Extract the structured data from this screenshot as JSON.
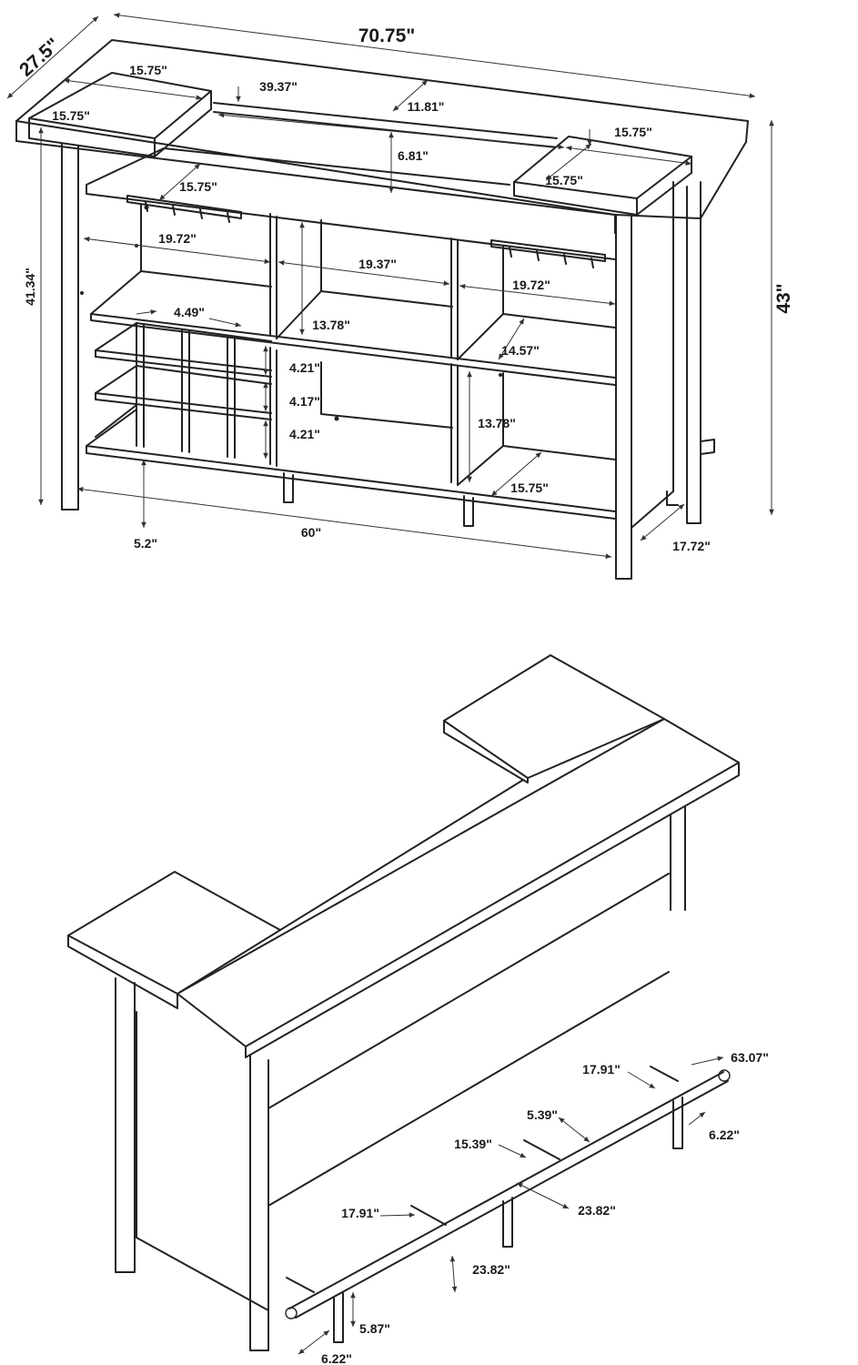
{
  "front_view": {
    "overall_width": "70.75\"",
    "overall_depth": "27.5\"",
    "overall_height": "43\"",
    "leg_height": "41.34\"",
    "left_wing_length": "15.75\"",
    "left_wing_depth": "15.75\"",
    "center_span": "39.37\"",
    "top_depth": "11.81\"",
    "right_wing_length": "15.75\"",
    "right_wing_depth": "15.75\"",
    "top_gap": "6.81\"",
    "upper_shelf_depth": "15.75\"",
    "left_compartment_width": "19.72\"",
    "middle_compartment_width": "19.37\"",
    "right_compartment_width": "19.72\"",
    "upper_compartment_height": "13.78\"",
    "right_shelf_depth": "14.57\"",
    "bottle_cell_width": "4.49\"",
    "bottle_row_1": "4.21\"",
    "bottle_row_2": "4.17\"",
    "bottle_row_3": "4.21\"",
    "lower_compartment_height": "13.78\"",
    "bottom_shelf_depth": "15.75\"",
    "base_clearance": "5.2\"",
    "base_width": "60\"",
    "side_depth": "17.72\""
  },
  "rear_view": {
    "footrest_length": "63.07\"",
    "bracket_spacing_top": "17.91\"",
    "bracket_length": "5.39\"",
    "bracket_spacing_mid": "15.39\"",
    "footrest_offset_back": "6.22\"",
    "leg_spacing_right": "23.82\"",
    "bracket_spacing_bottom": "17.91\"",
    "leg_spacing_left": "23.82\"",
    "footrest_height": "5.87\"",
    "footrest_offset_front": "6.22\""
  }
}
